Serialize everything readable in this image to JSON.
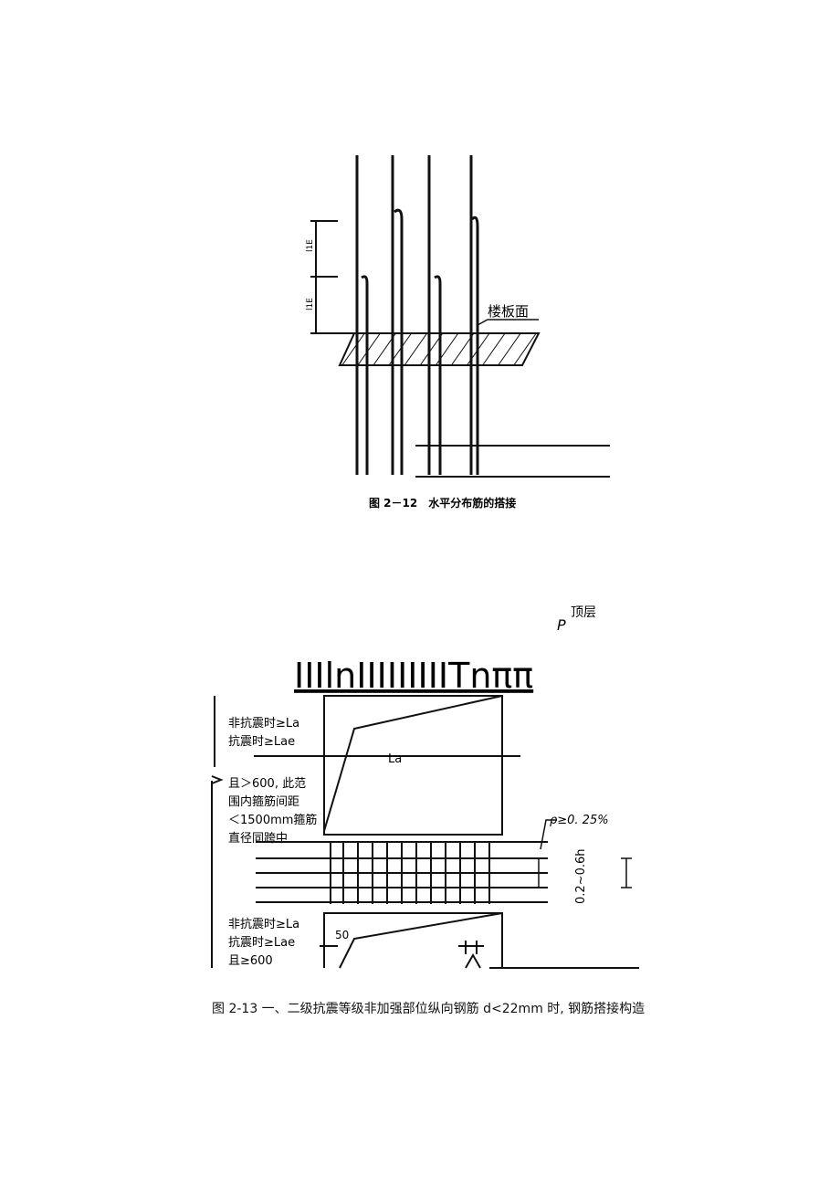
{
  "figure1": {
    "label_floor": "楼板面",
    "dim_label_1": "l1E",
    "dim_label_2": "l1E",
    "caption": "图 2－12　水平分布筋的搭接"
  },
  "figure2": {
    "top_marker_p": "P",
    "top_marker_text": "顶层",
    "ocr_bar": "IIIlnIIIIIIIIITnππ",
    "upper_note_1": "非抗震时≥La",
    "upper_note_2": "抗震时≥Lae",
    "la_label": "La",
    "note_a": "且＞600, 此范",
    "note_b": "围内箍筋间距",
    "note_c": "＜1500mm箍筋",
    "note_d": "直径同跨中",
    "rho_label": "ρ≥0. 25%",
    "range_label": "0.2~0.6h",
    "lower_note_1": "非抗震时≥La",
    "lower_note_2": "抗震时≥Lae",
    "lower_note_3": "且≥600",
    "dim_50": "50",
    "caption": "图 2-13 一、二级抗震等级非加强部位纵向钢筋 d<22mm 时, 钢筋搭接构造"
  }
}
